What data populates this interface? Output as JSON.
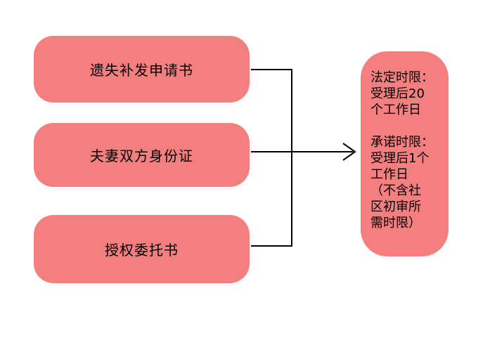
{
  "diagram": {
    "colors": {
      "box_fill": "#F47F7F",
      "text": "#000000",
      "connector": "#000000",
      "background": "#FFFFFF"
    },
    "requirement_boxes": [
      {
        "label": "遗失补发申请书"
      },
      {
        "label": "夫妻双方身份证"
      },
      {
        "label": "授权委托书"
      }
    ],
    "time_limit_box": {
      "lines": [
        "法定时限：",
        "受理后20",
        "个工作日",
        "",
        "承诺时限：",
        "受理后1个",
        "工作日",
        "（不含社",
        "区初审所",
        "需时限）"
      ]
    }
  }
}
